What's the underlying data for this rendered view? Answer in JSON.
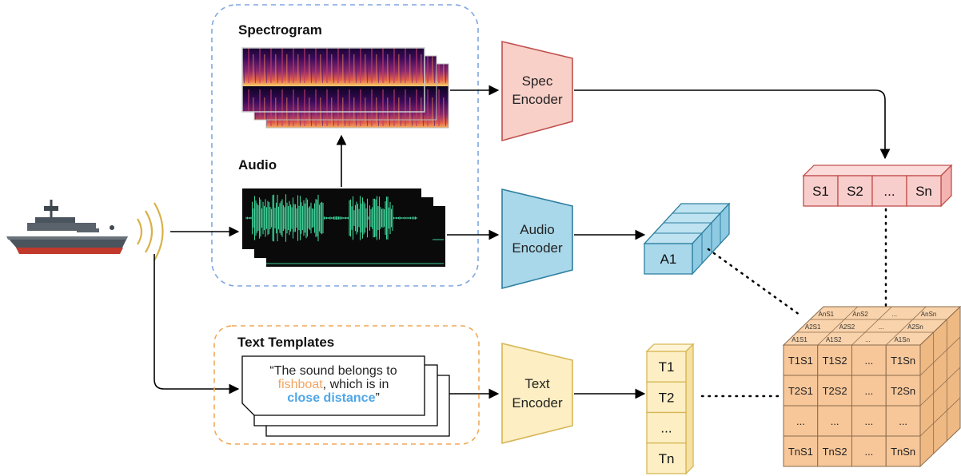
{
  "spectrogram": {
    "title": "Spectrogram"
  },
  "audio": {
    "title": "Audio"
  },
  "text_templates": {
    "title": "Text Templates",
    "line1": "“The sound belongs to",
    "line2_highlight": "fishboat",
    "line2_rest": ", which is in",
    "line3_highlight": "close distance",
    "line3_close": "”"
  },
  "encoders": {
    "spec": [
      "Spec",
      "Encoder"
    ],
    "audio": [
      "Audio",
      "Encoder"
    ],
    "text": [
      "Text",
      "Encoder"
    ]
  },
  "spec_tokens": [
    "S1",
    "S2",
    "...",
    "Sn"
  ],
  "audio_tokens": [
    "A1"
  ],
  "text_tokens": [
    "T1",
    "T2",
    "...",
    "Tn"
  ],
  "matrix": {
    "rows": [
      [
        "T1S1",
        "T1S2",
        "...",
        "T1Sn"
      ],
      [
        "T2S1",
        "T2S2",
        "...",
        "T2Sn"
      ],
      [
        "...",
        "...",
        "...",
        "..."
      ],
      [
        "TnS1",
        "TnS2",
        "...",
        "TnSn"
      ]
    ],
    "top_layers": [
      [
        "A1S1",
        "A1S2",
        "...",
        "A1Sn"
      ],
      [
        "A2S1",
        "A2S2",
        "...",
        "A2Sn"
      ],
      [
        "AnS1",
        "AnS2",
        "...",
        "AnSn"
      ]
    ]
  },
  "colors": {
    "spec_encoder": "#f8d0c8",
    "spec_encoder_stroke": "#c0504d",
    "audio_encoder": "#a9d8ea",
    "audio_encoder_stroke": "#2e7fa0",
    "text_encoder": "#fdefc3",
    "text_encoder_stroke": "#d6b656",
    "spec_token": "#f8cecc",
    "audio_token": "#a9d8ea",
    "text_token": "#fdefc3",
    "matrix": "#f7c79a",
    "spectrogram_box": "#7ea6e0",
    "templates_box": "#f0a858",
    "highlight_fishboat": "#f4a460",
    "highlight_distance": "#4ea6e8"
  },
  "icons": [
    "ship-icon",
    "sound-waves-icon"
  ]
}
